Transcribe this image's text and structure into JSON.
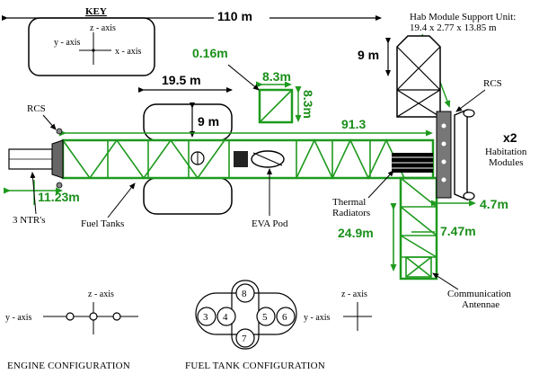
{
  "diagram": {
    "key": {
      "title": "KEY",
      "z_axis": "z - axis",
      "y_axis": "y - axis",
      "x_axis": "x - axis"
    },
    "dimensions": {
      "overall_length": "110 m",
      "tank_length": "19.5 m",
      "tank_diameter": "9 m",
      "panel_size": "0.16m",
      "panel_width": "8.3m",
      "panel_height": "8.3m",
      "truss_length": "91.3",
      "engine_offset": "11.23m",
      "boom_width": "9 m",
      "hab_offset": "4.7m",
      "boom_segment": "7.47m",
      "boom_length": "24.9m"
    },
    "labels": {
      "hab_support_title": "Hab Module Support Unit:",
      "hab_support_dims": "19.4 x 2.77 x 13.85 m",
      "rcs_right": "RCS",
      "rcs_left": "RCS",
      "hab_count": "x2",
      "hab_label_1": "Habitation",
      "hab_label_2": "Modules",
      "ntr": "3 NTR's",
      "fuel_tanks": "Fuel Tanks",
      "eva_pod": "EVA Pod",
      "thermal_1": "Thermal",
      "thermal_2": "Radiators",
      "comm_1": "Communication",
      "comm_2": "Antennae"
    },
    "engine_config": {
      "z_axis": "z - axis",
      "y_axis": "y - axis",
      "caption": "ENGINE CONFIGURATION"
    },
    "fuel_tank_config": {
      "tanks": [
        "3",
        "4",
        "5",
        "6",
        "7",
        "8"
      ],
      "z_axis": "z - axis",
      "y_axis": "y - axis",
      "caption": "FUEL TANK CONFIGURATION"
    }
  }
}
